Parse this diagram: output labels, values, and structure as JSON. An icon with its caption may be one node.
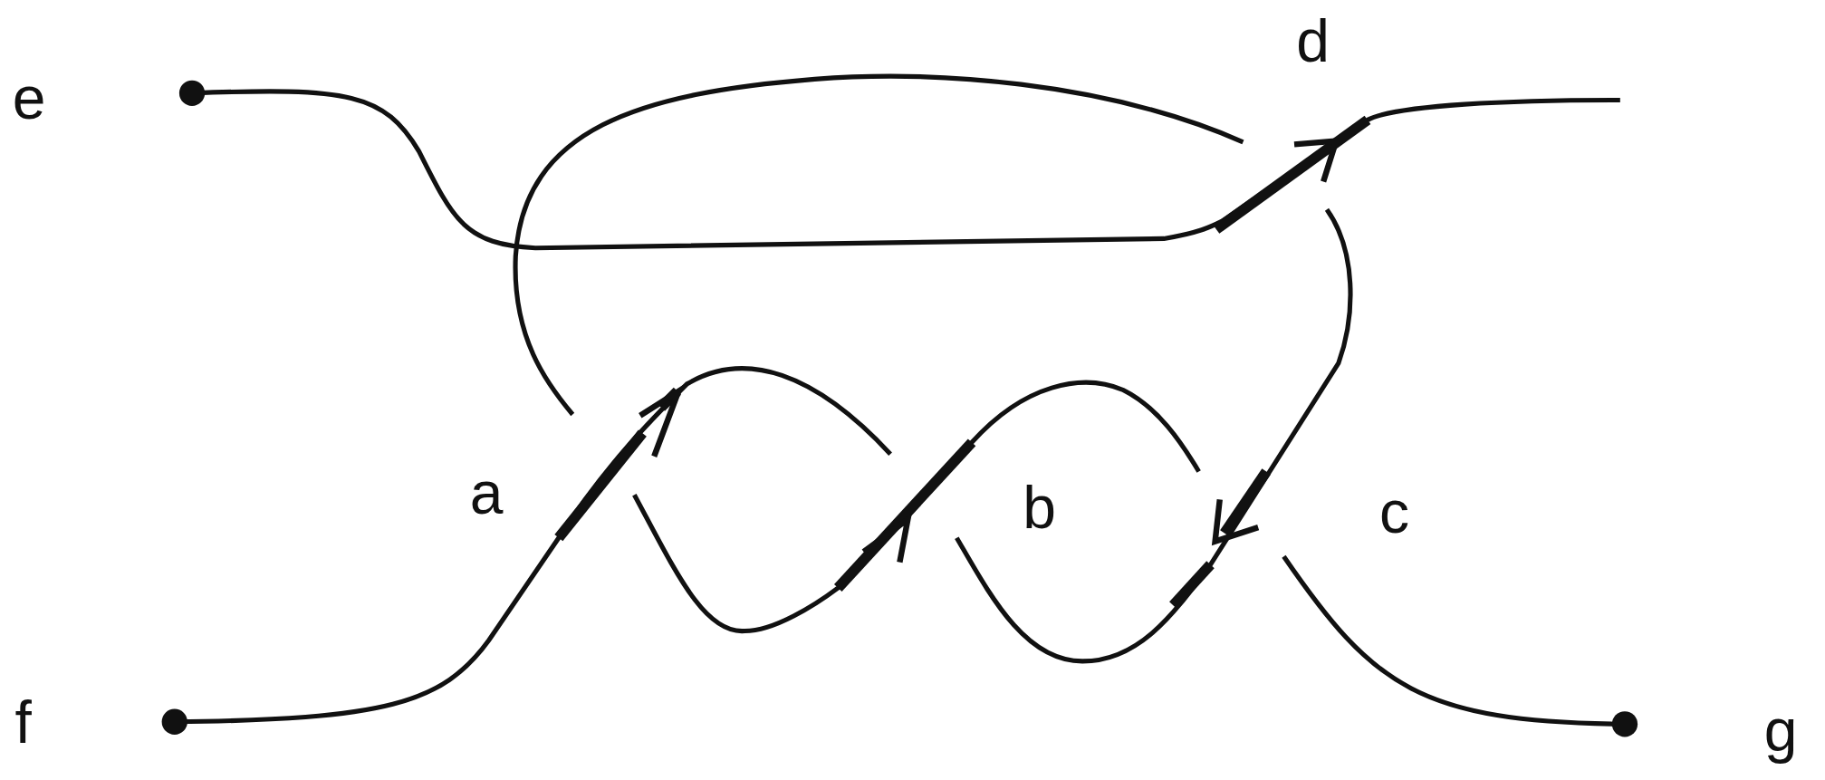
{
  "diagram": {
    "labels": [
      "d",
      "e",
      "a",
      "b",
      "c",
      "f",
      "g"
    ]
  }
}
